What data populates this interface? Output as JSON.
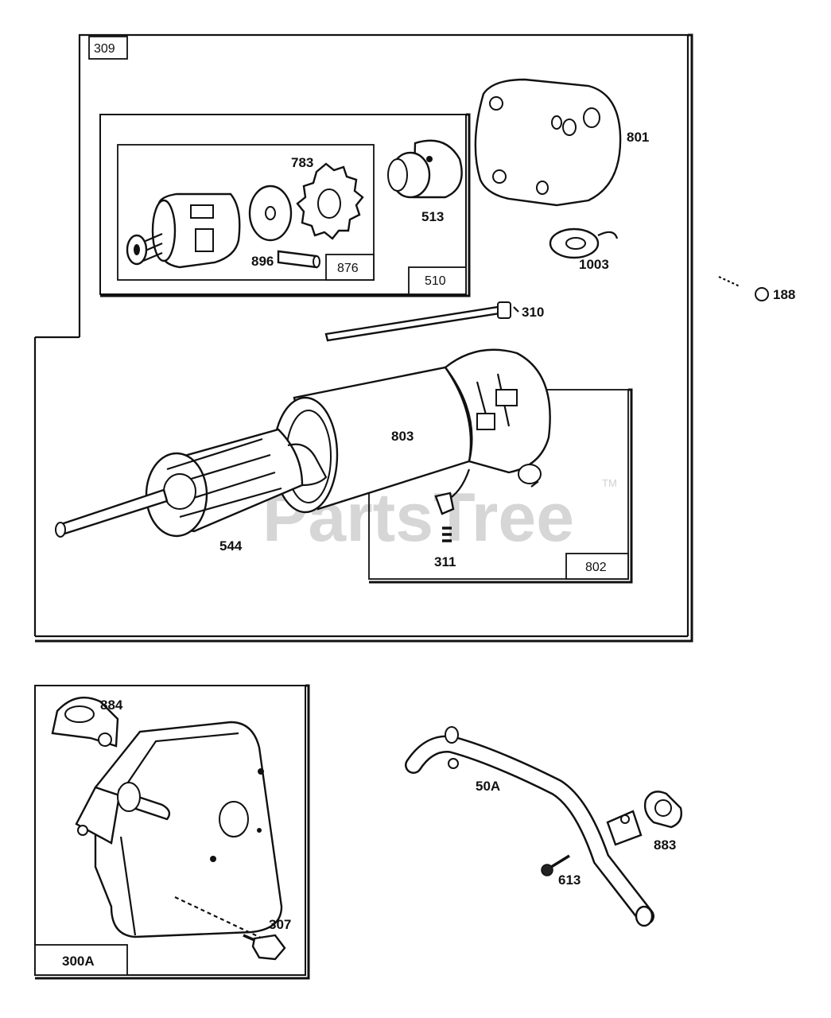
{
  "watermark": {
    "text": "PartsTree",
    "trademark": "TM"
  },
  "assembly_group": {
    "group_label": "309",
    "labels": {
      "p783": "783",
      "p801": "801",
      "p513": "513",
      "p896": "896",
      "p876": "876",
      "p510": "510",
      "p1003": "1003",
      "p188": "188",
      "p310": "310",
      "p803": "803",
      "p544": "544",
      "p311": "311",
      "p802": "802"
    }
  },
  "muffler_group": {
    "group_label": "300A",
    "labels": {
      "p884": "884",
      "p307": "307"
    }
  },
  "tube_group": {
    "labels": {
      "p50a": "50A",
      "p883": "883",
      "p613": "613"
    }
  }
}
